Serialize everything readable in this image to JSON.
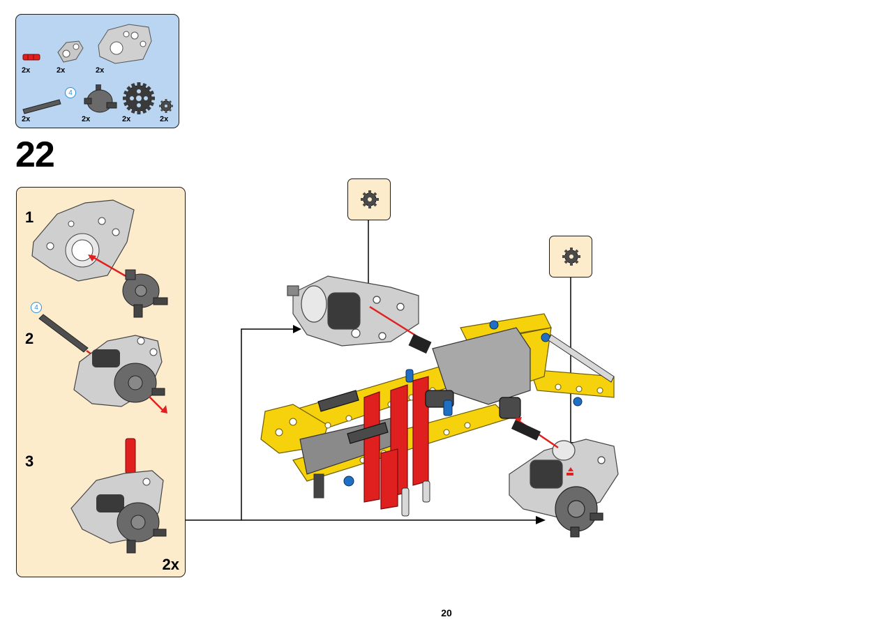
{
  "step": {
    "number": "22"
  },
  "parts_list": {
    "items": [
      {
        "icon": "red-axle-pin-icon",
        "qty": "2x"
      },
      {
        "icon": "grey-connector-icon",
        "qty": "2x"
      },
      {
        "icon": "grey-housing-icon",
        "qty": "2x"
      },
      {
        "icon": "dark-axle-icon",
        "qty": "2x",
        "length_badge": "4"
      },
      {
        "icon": "differential-hub-icon",
        "qty": "2x"
      },
      {
        "icon": "gear-24-tooth-icon",
        "qty": "2x"
      },
      {
        "icon": "gear-small-icon",
        "qty": "2x"
      }
    ]
  },
  "subassembly": {
    "steps": [
      "1",
      "2",
      "3"
    ],
    "axle_badge": "4",
    "multiplier": "2x"
  },
  "page": {
    "number": "20"
  },
  "colors": {
    "parts_bg": "#b9d5f1",
    "subassembly_bg": "#fdeccc",
    "part_yellow": "#f5d20c",
    "part_red": "#e0201e",
    "part_grey": "#a8a8a8",
    "part_dark_grey": "#5a5a5a",
    "arrow_red": "#e0201e"
  }
}
